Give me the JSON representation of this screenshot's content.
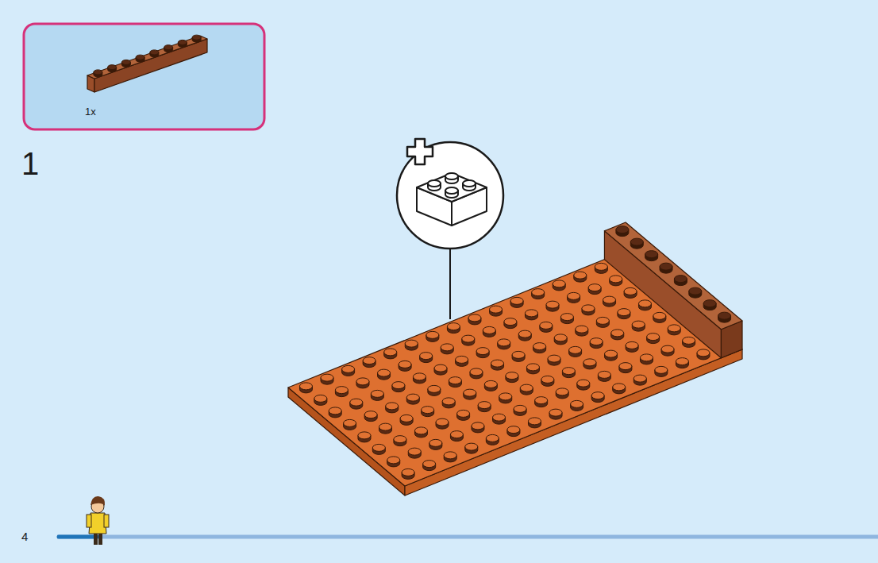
{
  "diagram": {
    "labels": [
      "1x",
      "1",
      "4"
    ]
  }
}
